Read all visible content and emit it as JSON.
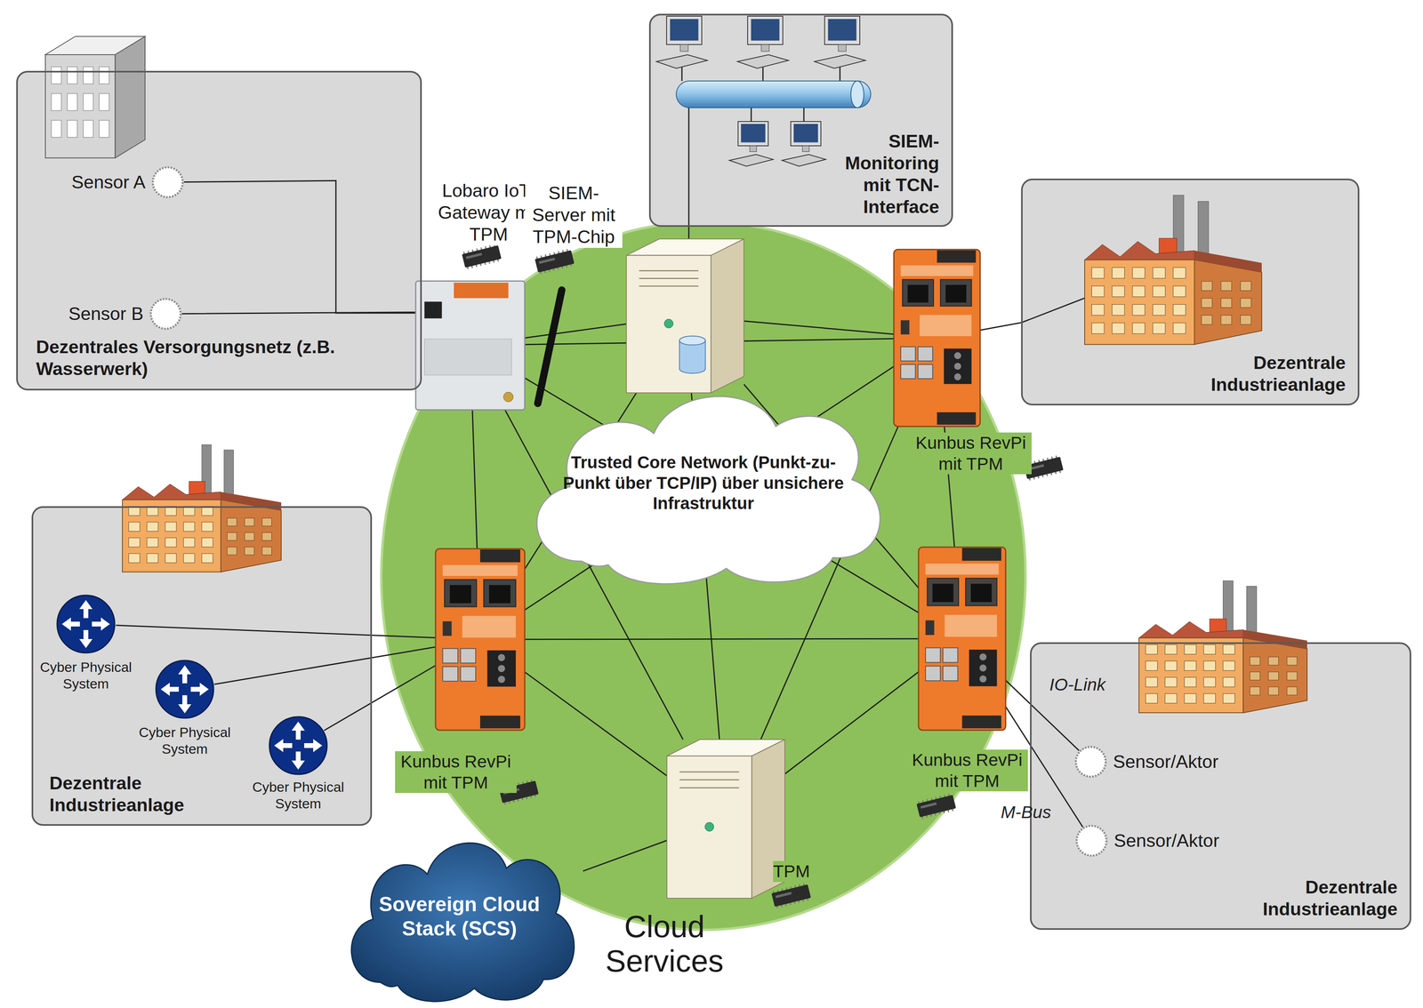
{
  "diagram": {
    "nodes": [
      {
        "text": [
          "Dezentrales Versorgungsnetz (z.B. Wasserwerk)"
        ]
      },
      {
        "text": [
          "Sensor A"
        ],
        "in": 0
      },
      {
        "text": [
          "Sensor B"
        ],
        "in": 0
      },
      {
        "text": [
          "SIEM- Monitoring mit TCN- Interface"
        ]
      },
      {
        "text": [
          "Dezentrale Industrieanlage"
        ]
      },
      {
        "text": [
          "Dezentrale Industrieanlage"
        ]
      },
      {
        "text": [
          "Cyber Physical System"
        ],
        "in": 5
      },
      {
        "text": [
          "Cyber Physical System"
        ],
        "in": 5
      },
      {
        "text": [
          "Cyber Physical System"
        ],
        "in": 5
      },
      {
        "text": [
          "Dezentrale Industrieanlage"
        ]
      },
      {
        "text": [
          "Sensor/Aktor"
        ],
        "in": 9
      },
      {
        "text": [
          "Sensor/Aktor"
        ],
        "in": 9
      },
      {
        "text": [
          "Trusted Core Network (Punkt-zu-Punkt über TCP/IP) über unsichere Infrastruktur"
        ]
      },
      {
        "text": [
          "Lobaro IoT- Gateway mit TPM"
        ]
      },
      {
        "text": [
          "SIEM- Server mit TPM-Chip"
        ]
      },
      {
        "text": [
          "Kunbus RevPi mit TPM"
        ]
      },
      {
        "text": [
          "Kunbus RevPi mit TPM"
        ]
      },
      {
        "text": [
          "Kunbus RevPi mit TPM"
        ]
      },
      {
        "text": [
          "TPM"
        ]
      },
      {
        "text": [
          "Sovereign Cloud Stack (SCS)"
        ]
      }
    ],
    "edges": [
      {
        "from": 1,
        "to": 13,
        "arrow": "none"
      },
      {
        "from": 2,
        "to": 13,
        "arrow": "none"
      },
      {
        "from": 14,
        "to": 3,
        "arrow": "none"
      },
      {
        "from": 15,
        "to": 4,
        "arrow": "none"
      },
      {
        "from": 6,
        "to": 17,
        "arrow": "none"
      },
      {
        "from": 7,
        "to": 17,
        "arrow": "none"
      },
      {
        "from": 8,
        "to": 17,
        "arrow": "none"
      },
      {
        "from": 16,
        "to": 10,
        "label": "IO-Link",
        "arrow": "none"
      },
      {
        "from": 16,
        "to": 11,
        "label": "M-Bus",
        "arrow": "none"
      },
      {
        "from": 18,
        "to": 19,
        "arrow": "none"
      },
      {
        "from": 13,
        "to": 14,
        "arrow": "none"
      },
      {
        "from": 13,
        "to": 15,
        "arrow": "none"
      },
      {
        "from": 13,
        "to": 16,
        "arrow": "none"
      },
      {
        "from": 13,
        "to": 17,
        "arrow": "none"
      },
      {
        "from": 13,
        "to": 18,
        "arrow": "none"
      },
      {
        "from": 14,
        "to": 15,
        "arrow": "none"
      },
      {
        "from": 14,
        "to": 16,
        "arrow": "none"
      },
      {
        "from": 14,
        "to": 17,
        "arrow": "none"
      },
      {
        "from": 14,
        "to": 18,
        "arrow": "none"
      },
      {
        "from": 15,
        "to": 16,
        "arrow": "none"
      },
      {
        "from": 15,
        "to": 17,
        "arrow": "none"
      },
      {
        "from": 15,
        "to": 18,
        "arrow": "none"
      },
      {
        "from": 16,
        "to": 17,
        "arrow": "none"
      },
      {
        "from": 16,
        "to": 18,
        "arrow": "none"
      },
      {
        "from": 17,
        "to": 18,
        "arrow": "none"
      }
    ],
    "labels": [
      "Cloud Services"
    ]
  }
}
